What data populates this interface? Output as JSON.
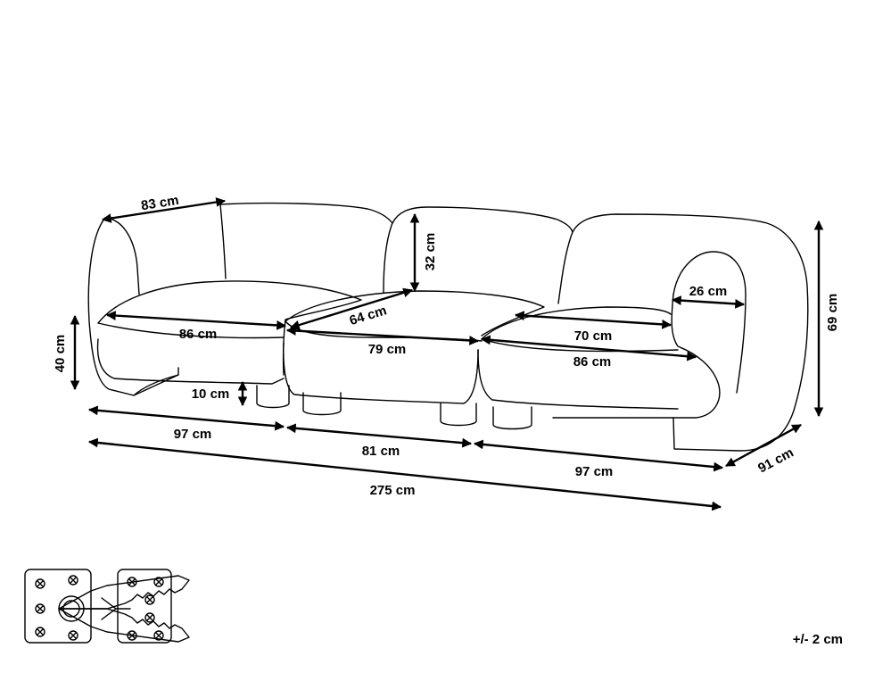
{
  "dimensions": {
    "arm_depth": "83 cm",
    "back_height": "32 cm",
    "armrest_width": "26 cm",
    "total_height": "69 cm",
    "seat_height": "40 cm",
    "leg_height": "10 cm",
    "left_seat_width": "86 cm",
    "middle_seat_depth": "64 cm",
    "middle_seat_width": "79 cm",
    "right_seat_inner_width": "70 cm",
    "right_seat_width": "86 cm",
    "left_module_width": "97 cm",
    "middle_module_width": "81 cm",
    "right_module_width": "97 cm",
    "total_width": "275 cm",
    "total_depth": "91 cm"
  },
  "tolerance": "+/- 2 cm"
}
